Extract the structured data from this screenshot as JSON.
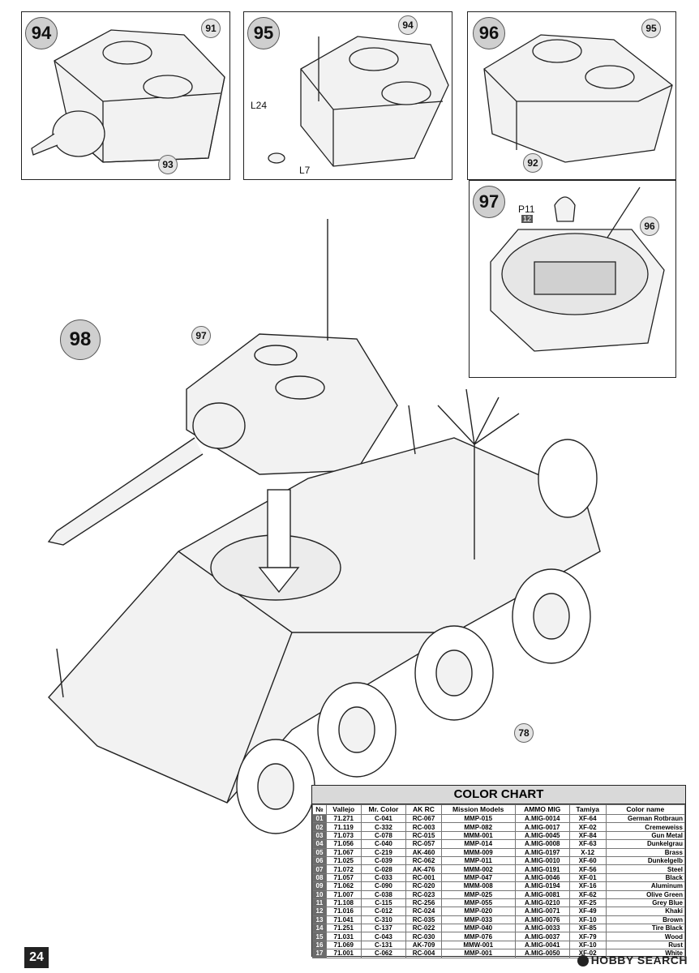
{
  "steps": {
    "s94": {
      "number": "94",
      "callouts": [
        "91",
        "93"
      ]
    },
    "s95": {
      "number": "95",
      "callouts": [
        "94"
      ],
      "parts": [
        "L24",
        "L7"
      ]
    },
    "s96": {
      "number": "96",
      "callouts": [
        "95",
        "92"
      ]
    },
    "s97": {
      "number": "97",
      "callouts": [
        "96"
      ],
      "part": "P11",
      "part_sprue": "12"
    },
    "s98": {
      "number": "98",
      "callouts": [
        "97",
        "78"
      ]
    }
  },
  "color_chart": {
    "title": "COLOR CHART",
    "columns": [
      "№",
      "Vallejo",
      "Mr. Color",
      "AK RC",
      "Mission Models",
      "AMMO MIG",
      "Tamiya",
      "Color name"
    ],
    "rows": [
      [
        "01",
        "71.271",
        "C-041",
        "RC-067",
        "MMP-015",
        "A.MIG-0014",
        "XF-64",
        "German Rotbraun"
      ],
      [
        "02",
        "71.119",
        "C-332",
        "RC-003",
        "MMP-082",
        "A.MIG-0017",
        "XF-02",
        "Cremeweiss"
      ],
      [
        "03",
        "71.073",
        "C-078",
        "RC-015",
        "MMM-001",
        "A.MIG-0045",
        "XF-84",
        "Gun Metal"
      ],
      [
        "04",
        "71.056",
        "C-040",
        "RC-057",
        "MMP-014",
        "A.MIG-0008",
        "XF-63",
        "Dunkelgrau"
      ],
      [
        "05",
        "71.067",
        "C-219",
        "AK-460",
        "MMM-009",
        "A.MIG-0197",
        "X-12",
        "Brass"
      ],
      [
        "06",
        "71.025",
        "C-039",
        "RC-062",
        "MMP-011",
        "A.MIG-0010",
        "XF-60",
        "Dunkelgelb"
      ],
      [
        "07",
        "71.072",
        "C-028",
        "AK-476",
        "MMM-002",
        "A.MIG-0191",
        "XF-56",
        "Steel"
      ],
      [
        "08",
        "71.057",
        "C-033",
        "RC-001",
        "MMP-047",
        "A.MIG-0046",
        "XF-01",
        "Black"
      ],
      [
        "09",
        "71.062",
        "C-090",
        "RC-020",
        "MMM-008",
        "A.MIG-0194",
        "XF-16",
        "Aluminum"
      ],
      [
        "10",
        "71.007",
        "C-038",
        "RC-023",
        "MMP-025",
        "A.MIG-0081",
        "XF-62",
        "Olive Green"
      ],
      [
        "11",
        "71.108",
        "C-115",
        "RC-256",
        "MMP-055",
        "A.MIG-0210",
        "XF-25",
        "Grey Blue"
      ],
      [
        "12",
        "71.016",
        "C-012",
        "RC-024",
        "MMP-020",
        "A.MIG-0071",
        "XF-49",
        "Khaki"
      ],
      [
        "13",
        "71.041",
        "C-310",
        "RC-035",
        "MMP-033",
        "A.MIG-0076",
        "XF-10",
        "Brown"
      ],
      [
        "14",
        "71.251",
        "C-137",
        "RC-022",
        "MMP-040",
        "A.MIG-0033",
        "XF-85",
        "Tire Black"
      ],
      [
        "15",
        "71.031",
        "C-043",
        "RC-030",
        "MMP-076",
        "A.MIG-0037",
        "XF-79",
        "Wood"
      ],
      [
        "16",
        "71.069",
        "C-131",
        "AK-709",
        "MMW-001",
        "A.MIG-0041",
        "XF-10",
        "Rust"
      ],
      [
        "17",
        "71.001",
        "C-062",
        "RC-004",
        "MMP-001",
        "A.MIG-0050",
        "XF-02",
        "White"
      ]
    ]
  },
  "page_number": "24",
  "watermark": "HOBBY SEARCH"
}
